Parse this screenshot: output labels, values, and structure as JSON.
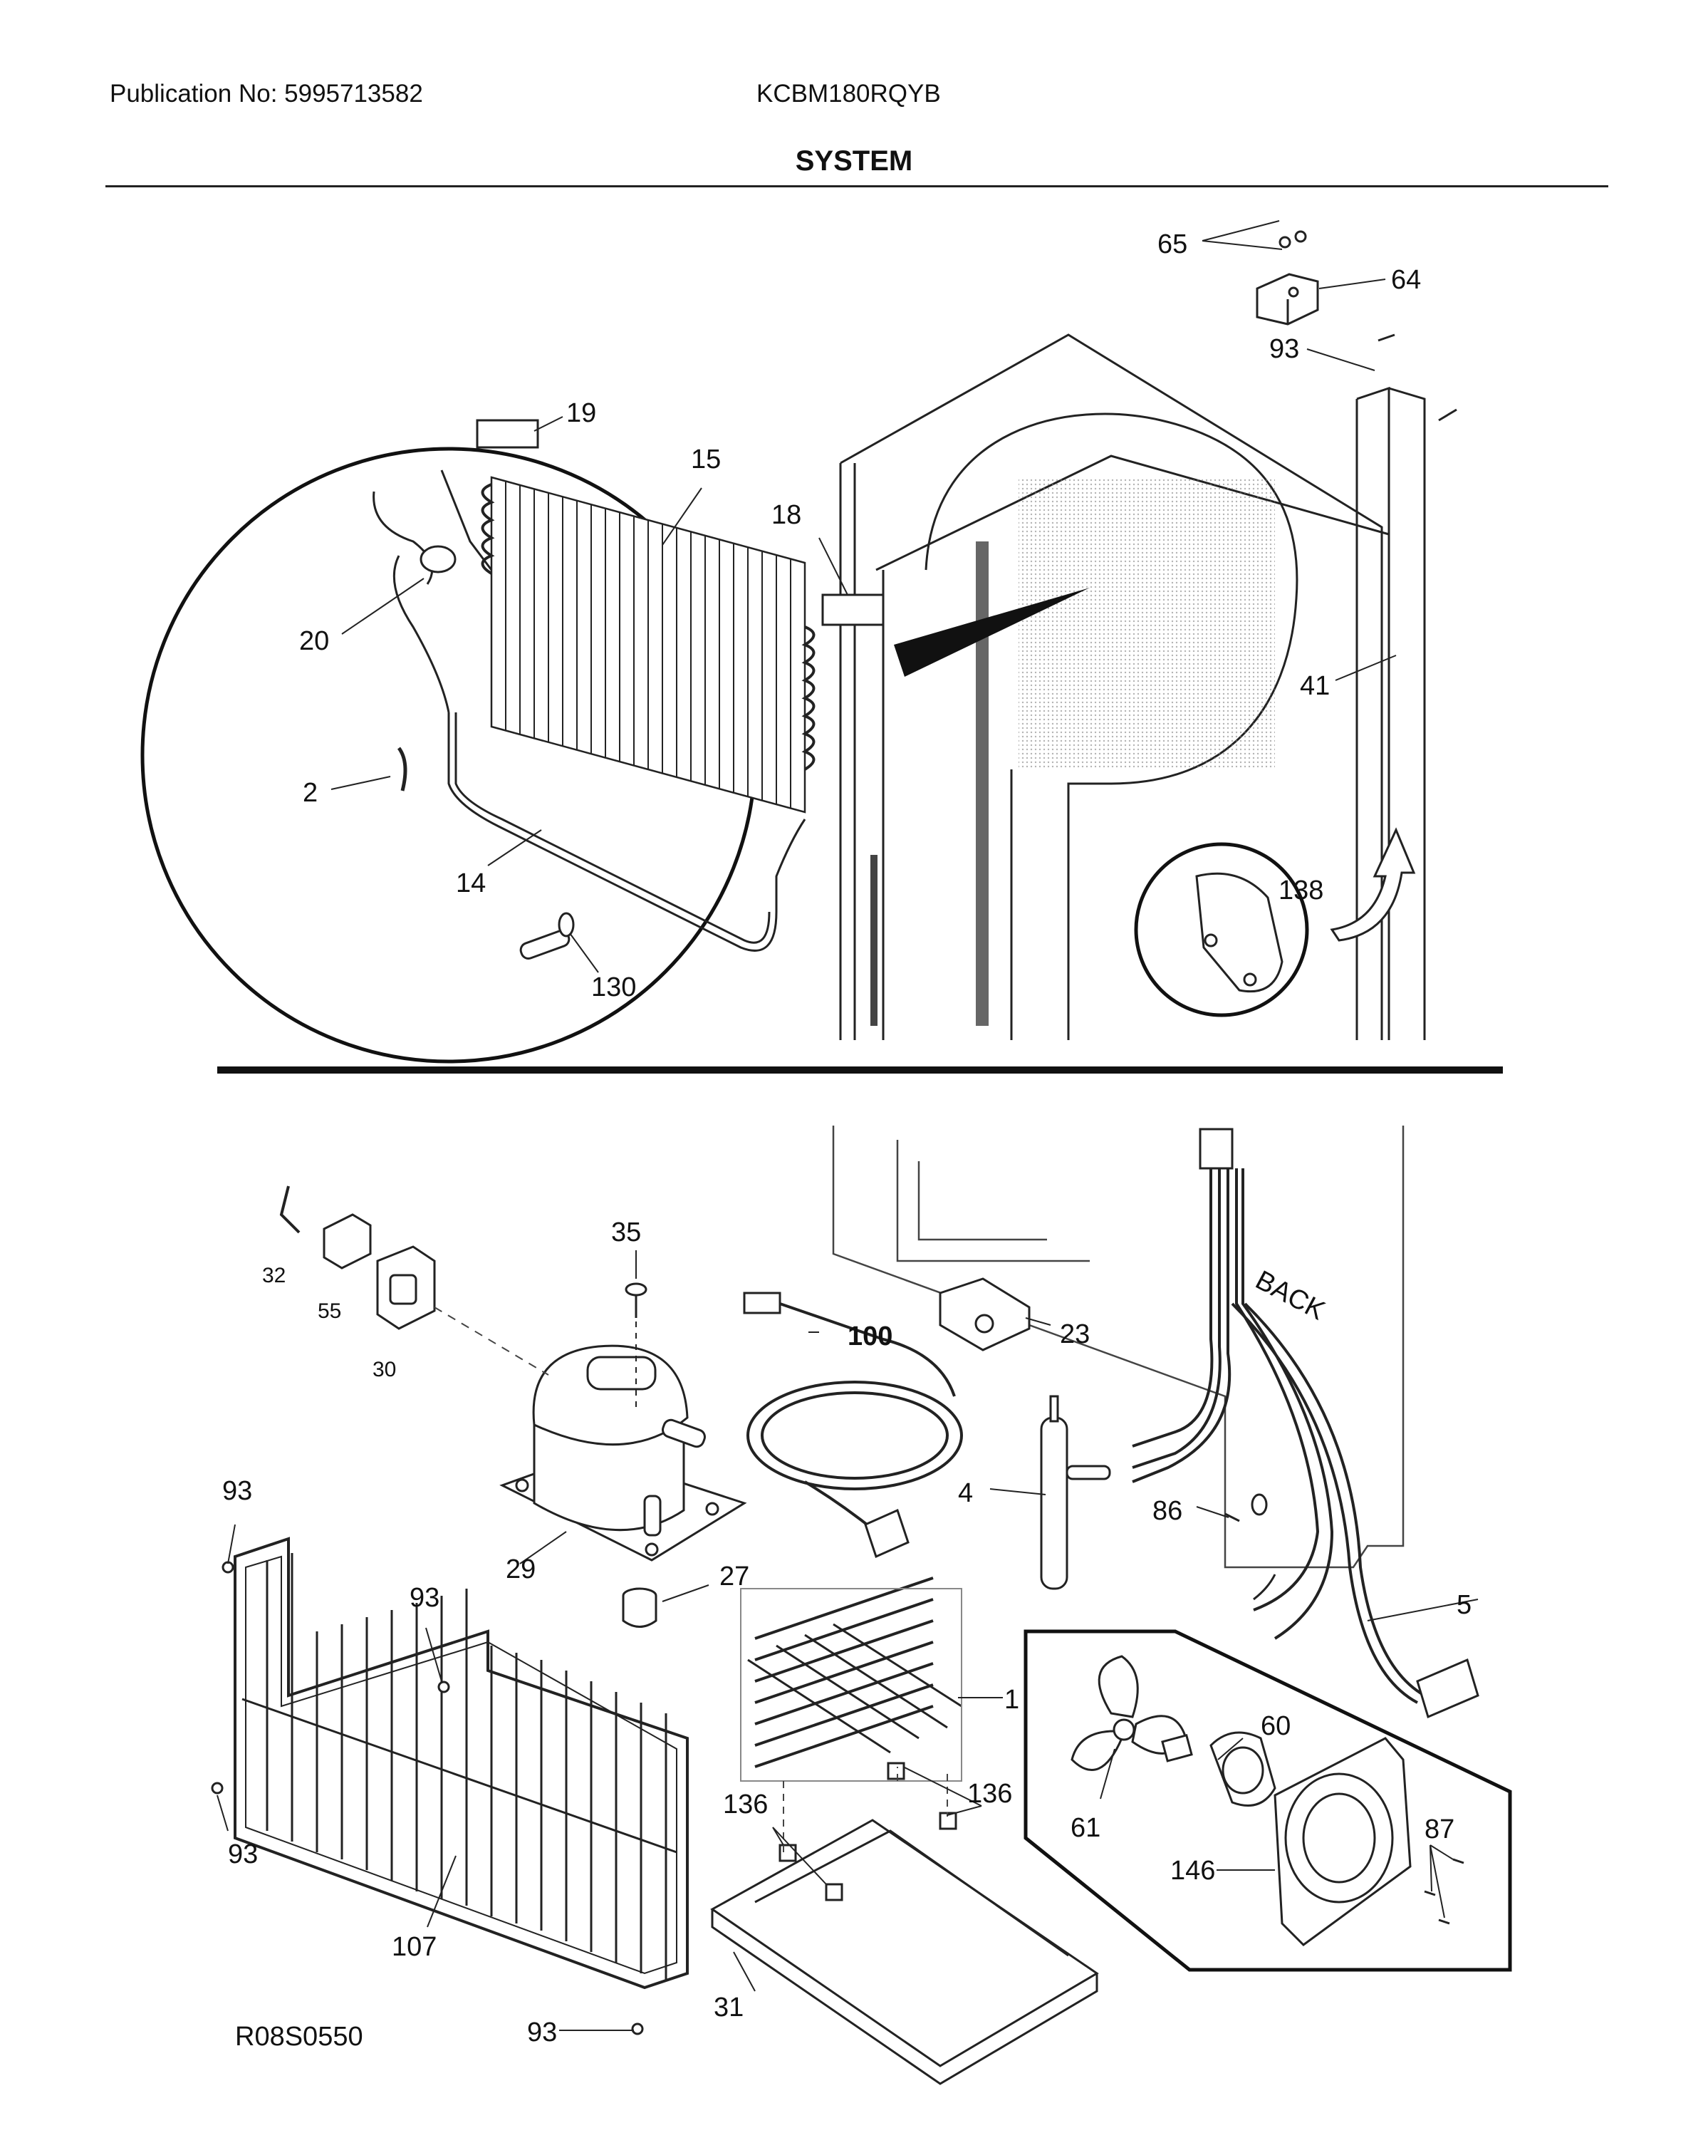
{
  "header": {
    "publication": "Publication No: 5995713582",
    "model": "KCBM180RQYB",
    "title": "SYSTEM"
  },
  "callouts": {
    "c65": "65",
    "c64": "64",
    "c93a": "93",
    "c19": "19",
    "c15": "15",
    "c18": "18",
    "c20": "20",
    "c41": "41",
    "c2": "2",
    "c14": "14",
    "c138": "138",
    "c130": "130",
    "c35": "35",
    "c32": "32",
    "c55": "55",
    "c30": "30",
    "c100": "100",
    "c23": "23",
    "c93b": "93",
    "c29": "29",
    "c27": "27",
    "c4": "4",
    "c86": "86",
    "c93c": "93",
    "c5": "5",
    "c1": "1",
    "c60": "60",
    "c136a": "136",
    "c136b": "136",
    "c61": "61",
    "c87": "87",
    "c146": "146",
    "c93d": "93",
    "c107": "107",
    "c93e": "93",
    "c31": "31"
  },
  "labels": {
    "back": "BACK"
  },
  "drawing_ref": "R08S0550"
}
